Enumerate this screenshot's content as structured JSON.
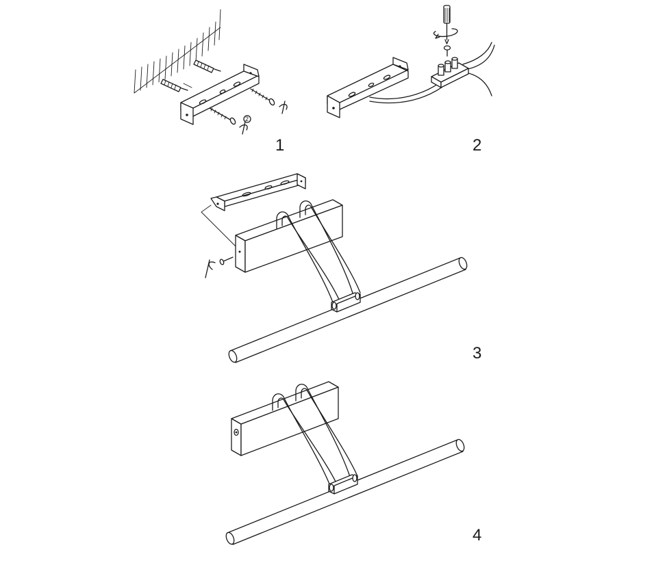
{
  "steps": [
    {
      "number": "1"
    },
    {
      "number": "2"
    },
    {
      "number": "3"
    },
    {
      "number": "4"
    }
  ],
  "annotations": {
    "screw_order_mark": "2"
  },
  "colors": {
    "line": "#1a1a1a",
    "background": "#ffffff"
  }
}
